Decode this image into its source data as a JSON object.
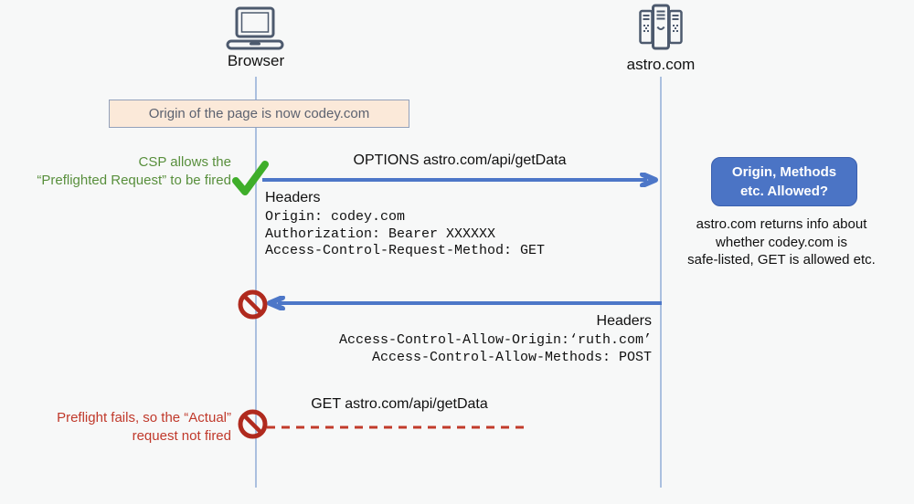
{
  "diagram_title": "CORS preflight failure sequence",
  "colors": {
    "background": "#f7f8f8",
    "arrow_blue": "#4d77c8",
    "lifeline_blue": "#abc0df",
    "decision_box_fill": "#4b74c5",
    "decision_box_border": "#3a5fae",
    "origin_note_fill": "#fbe9d9",
    "origin_note_border": "#93a1bb",
    "success_green": "#588f3c",
    "check_green": "#3fae2a",
    "error_red": "#c0392b",
    "prohibition_red": "#b02a1e",
    "icon_slate": "#4d5a6e"
  },
  "icons": {
    "browser": "laptop-icon",
    "server": "server-rack-icon",
    "allowed": "check-icon",
    "blocked": "no-entry-icon"
  },
  "actors": {
    "browser": {
      "label": "Browser"
    },
    "server": {
      "label": "astro.com"
    }
  },
  "origin_note": {
    "text": "Origin of the page is now codey.com"
  },
  "csp_note": {
    "line1": "CSP allows the",
    "line2": "“Preflighted Request” to be fired"
  },
  "preflight_request": {
    "label": "OPTIONS astro.com/api/getData",
    "headers_title": "Headers",
    "headers": [
      "Origin: codey.com",
      "Authorization: Bearer XXXXXX",
      "Access-Control-Request-Method: GET"
    ]
  },
  "decision_box": {
    "line1": "Origin, Methods",
    "line2": "etc. Allowed?"
  },
  "server_note": {
    "line1": "astro.com returns info about",
    "line2": "whether codey.com is",
    "line3": "safe-listed, GET is allowed etc."
  },
  "preflight_response": {
    "headers_title": "Headers",
    "headers": [
      "Access-Control-Allow-Origin:‘ruth.com’",
      "Access-Control-Allow-Methods: POST"
    ]
  },
  "actual_request": {
    "label": "GET astro.com/api/getData"
  },
  "fail_note": {
    "line1": "Preflight fails, so the “Actual”",
    "line2": "request not fired"
  }
}
